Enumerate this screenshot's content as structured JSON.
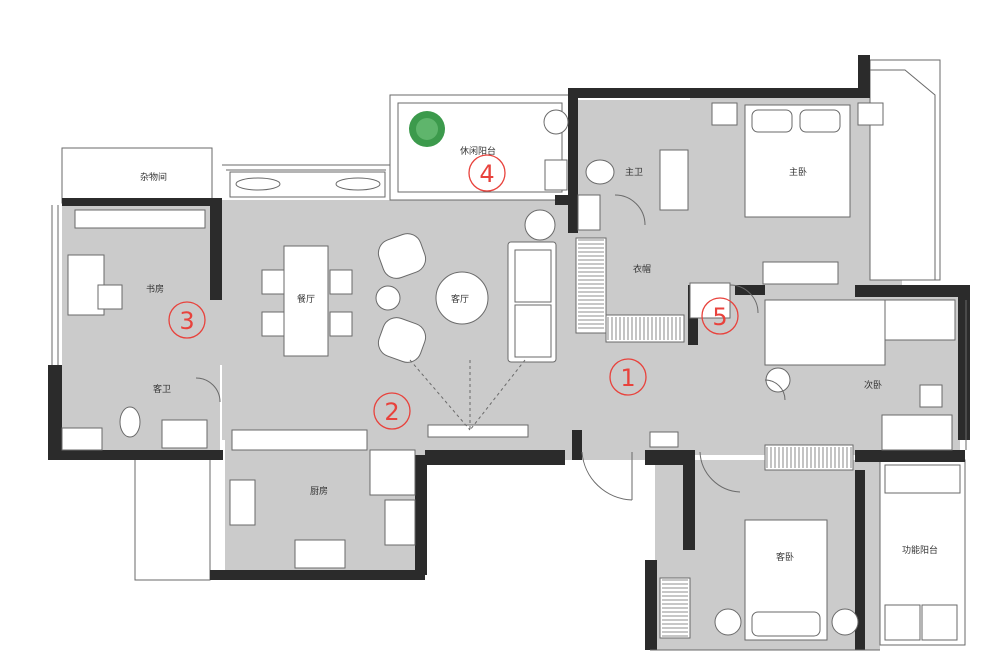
{
  "colors": {
    "floor": "#cbcbcb",
    "wall": "#2b2b2b",
    "furniture": "#ffffff",
    "line": "#6a6a6a",
    "marker": "#e8423c",
    "plant": "#3c9a4c"
  },
  "rooms": {
    "storage": "杂物间",
    "study": "书房",
    "dining": "餐厅",
    "living": "客厅",
    "leisure_balcony": "休闲阳台",
    "master_bath": "主卫",
    "master_bedroom": "主卧",
    "closet": "衣帽",
    "guest_bath": "客卫",
    "kitchen": "厨房",
    "second_bedroom": "次卧",
    "guest_bedroom": "客卧",
    "utility_balcony": "功能阳台"
  },
  "markers": {
    "m1": "1",
    "m2": "2",
    "m3": "3",
    "m4": "4",
    "m5": "5"
  }
}
